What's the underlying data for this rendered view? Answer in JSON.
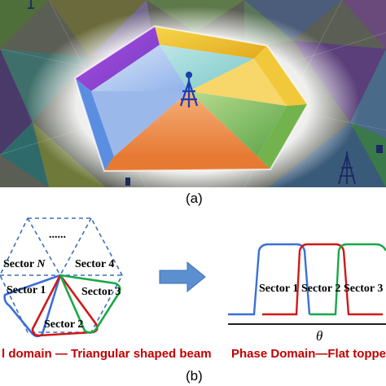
{
  "figure_a": {
    "caption": "(a)"
  },
  "figure_b": {
    "caption": "(b)",
    "left_diagram": {
      "dots": "......",
      "sector_n_prefix": "Sector ",
      "sector_n_var": "N",
      "sector_4": "Sector 4",
      "sector_1": "Sector 1",
      "sector_3": "Sector 3",
      "sector_2": "Sector 2",
      "title": "l domain — Triangular shaped beam"
    },
    "right_diagram": {
      "sector_1": "Sector 1",
      "sector_2": "Sector 2",
      "sector_3": "Sector 3",
      "axis_label": "θ",
      "title": "Phase Domain—Flat topped"
    },
    "colors": {
      "blue": "#3b6fd8",
      "red": "#d01818",
      "green": "#18a848",
      "arrow": "#5b8fd0",
      "title_red": "#c00000",
      "dashed": "#3f6fb8"
    }
  }
}
